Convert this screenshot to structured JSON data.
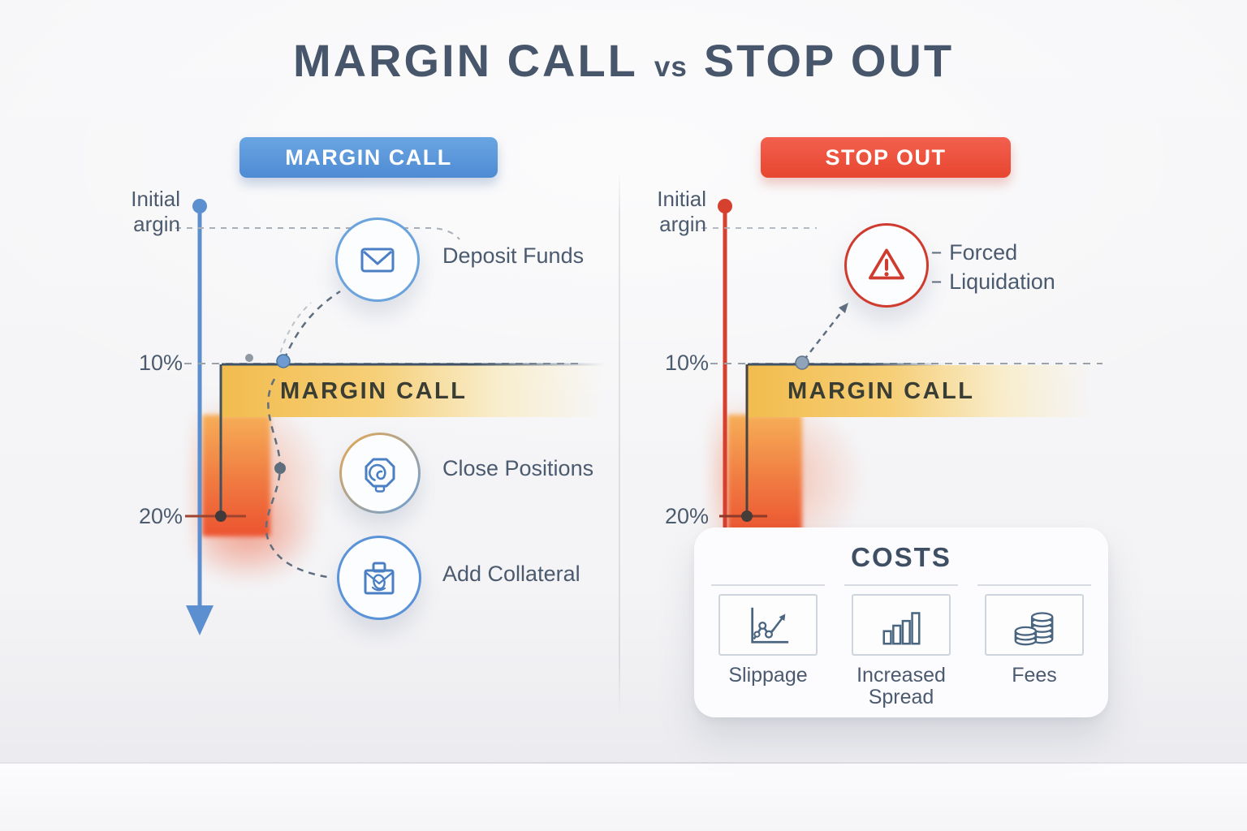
{
  "title": {
    "left": "MARGIN CALL",
    "vs": "vs",
    "right": "STOP OUT"
  },
  "left_panel": {
    "header": "MARGIN CALL",
    "axis_label_line1": "Initial",
    "axis_label_line2": "argin",
    "tick_10": "10%",
    "tick_20": "20%",
    "band_label": "MARGIN CALL",
    "actions": [
      {
        "icon": "envelope-icon",
        "label": "Deposit Funds"
      },
      {
        "icon": "spiral-seal-icon",
        "label": "Close Positions"
      },
      {
        "icon": "briefcase-icon",
        "label": "Add Collateral"
      }
    ]
  },
  "right_panel": {
    "header": "STOP OUT",
    "axis_label_line1": "Initial",
    "axis_label_line2": "argin",
    "tick_10": "10%",
    "tick_20": "20%",
    "band_label": "MARGIN CALL",
    "outcome": {
      "icon": "warning-icon",
      "marker": "‒",
      "line1": "Forced",
      "line2": "Liquidation"
    },
    "costs": {
      "title": "COSTS",
      "items": [
        {
          "icon": "line-chart-icon",
          "label": "Slippage"
        },
        {
          "icon": "bar-chart-icon",
          "label": "Increased Spread"
        },
        {
          "icon": "coins-icon",
          "label": "Fees"
        }
      ]
    }
  },
  "colors": {
    "accent_blue": "#5794d9",
    "accent_red": "#ee4b33",
    "band_yellow": "#f2bc4e",
    "band_text": "#3a3d33",
    "text_dark": "#4a5a70",
    "icon_blue": "#4a7fc4",
    "warning_red": "#cf3b2e",
    "cost_icon_stroke": "#4a6580",
    "dashed_gray": "#9aa3ac"
  }
}
